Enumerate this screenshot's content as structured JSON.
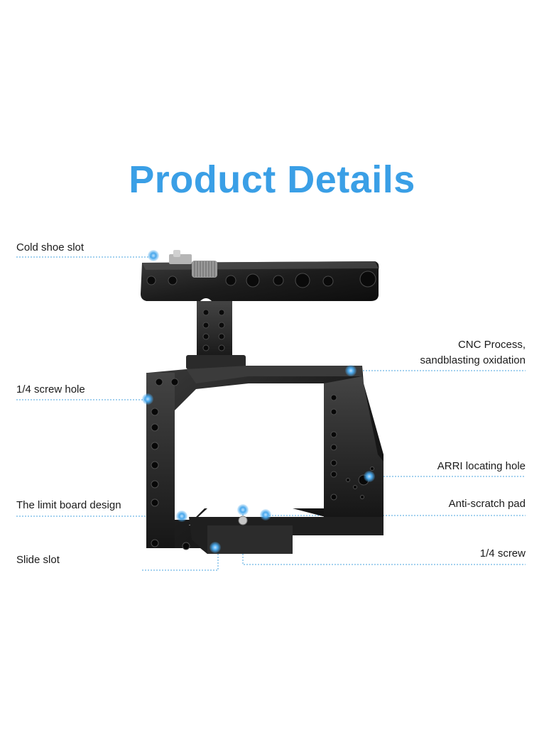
{
  "title": "Product Details",
  "colors": {
    "accent": "#3a9fe6",
    "cage": "#1b1b1b",
    "leader_line": "#4aa3df"
  },
  "callouts": {
    "cold_shoe_slot": "Cold shoe slot",
    "screw_hole_14": "1/4 screw hole",
    "limit_board": "The limit board design",
    "slide_slot": "Slide slot",
    "cnc_process_line1": "CNC Process,",
    "cnc_process_line2": "sandblasting oxidation",
    "arri_hole": "ARRI locating hole",
    "anti_scratch": "Anti-scratch pad",
    "screw_14": "1/4 screw"
  }
}
